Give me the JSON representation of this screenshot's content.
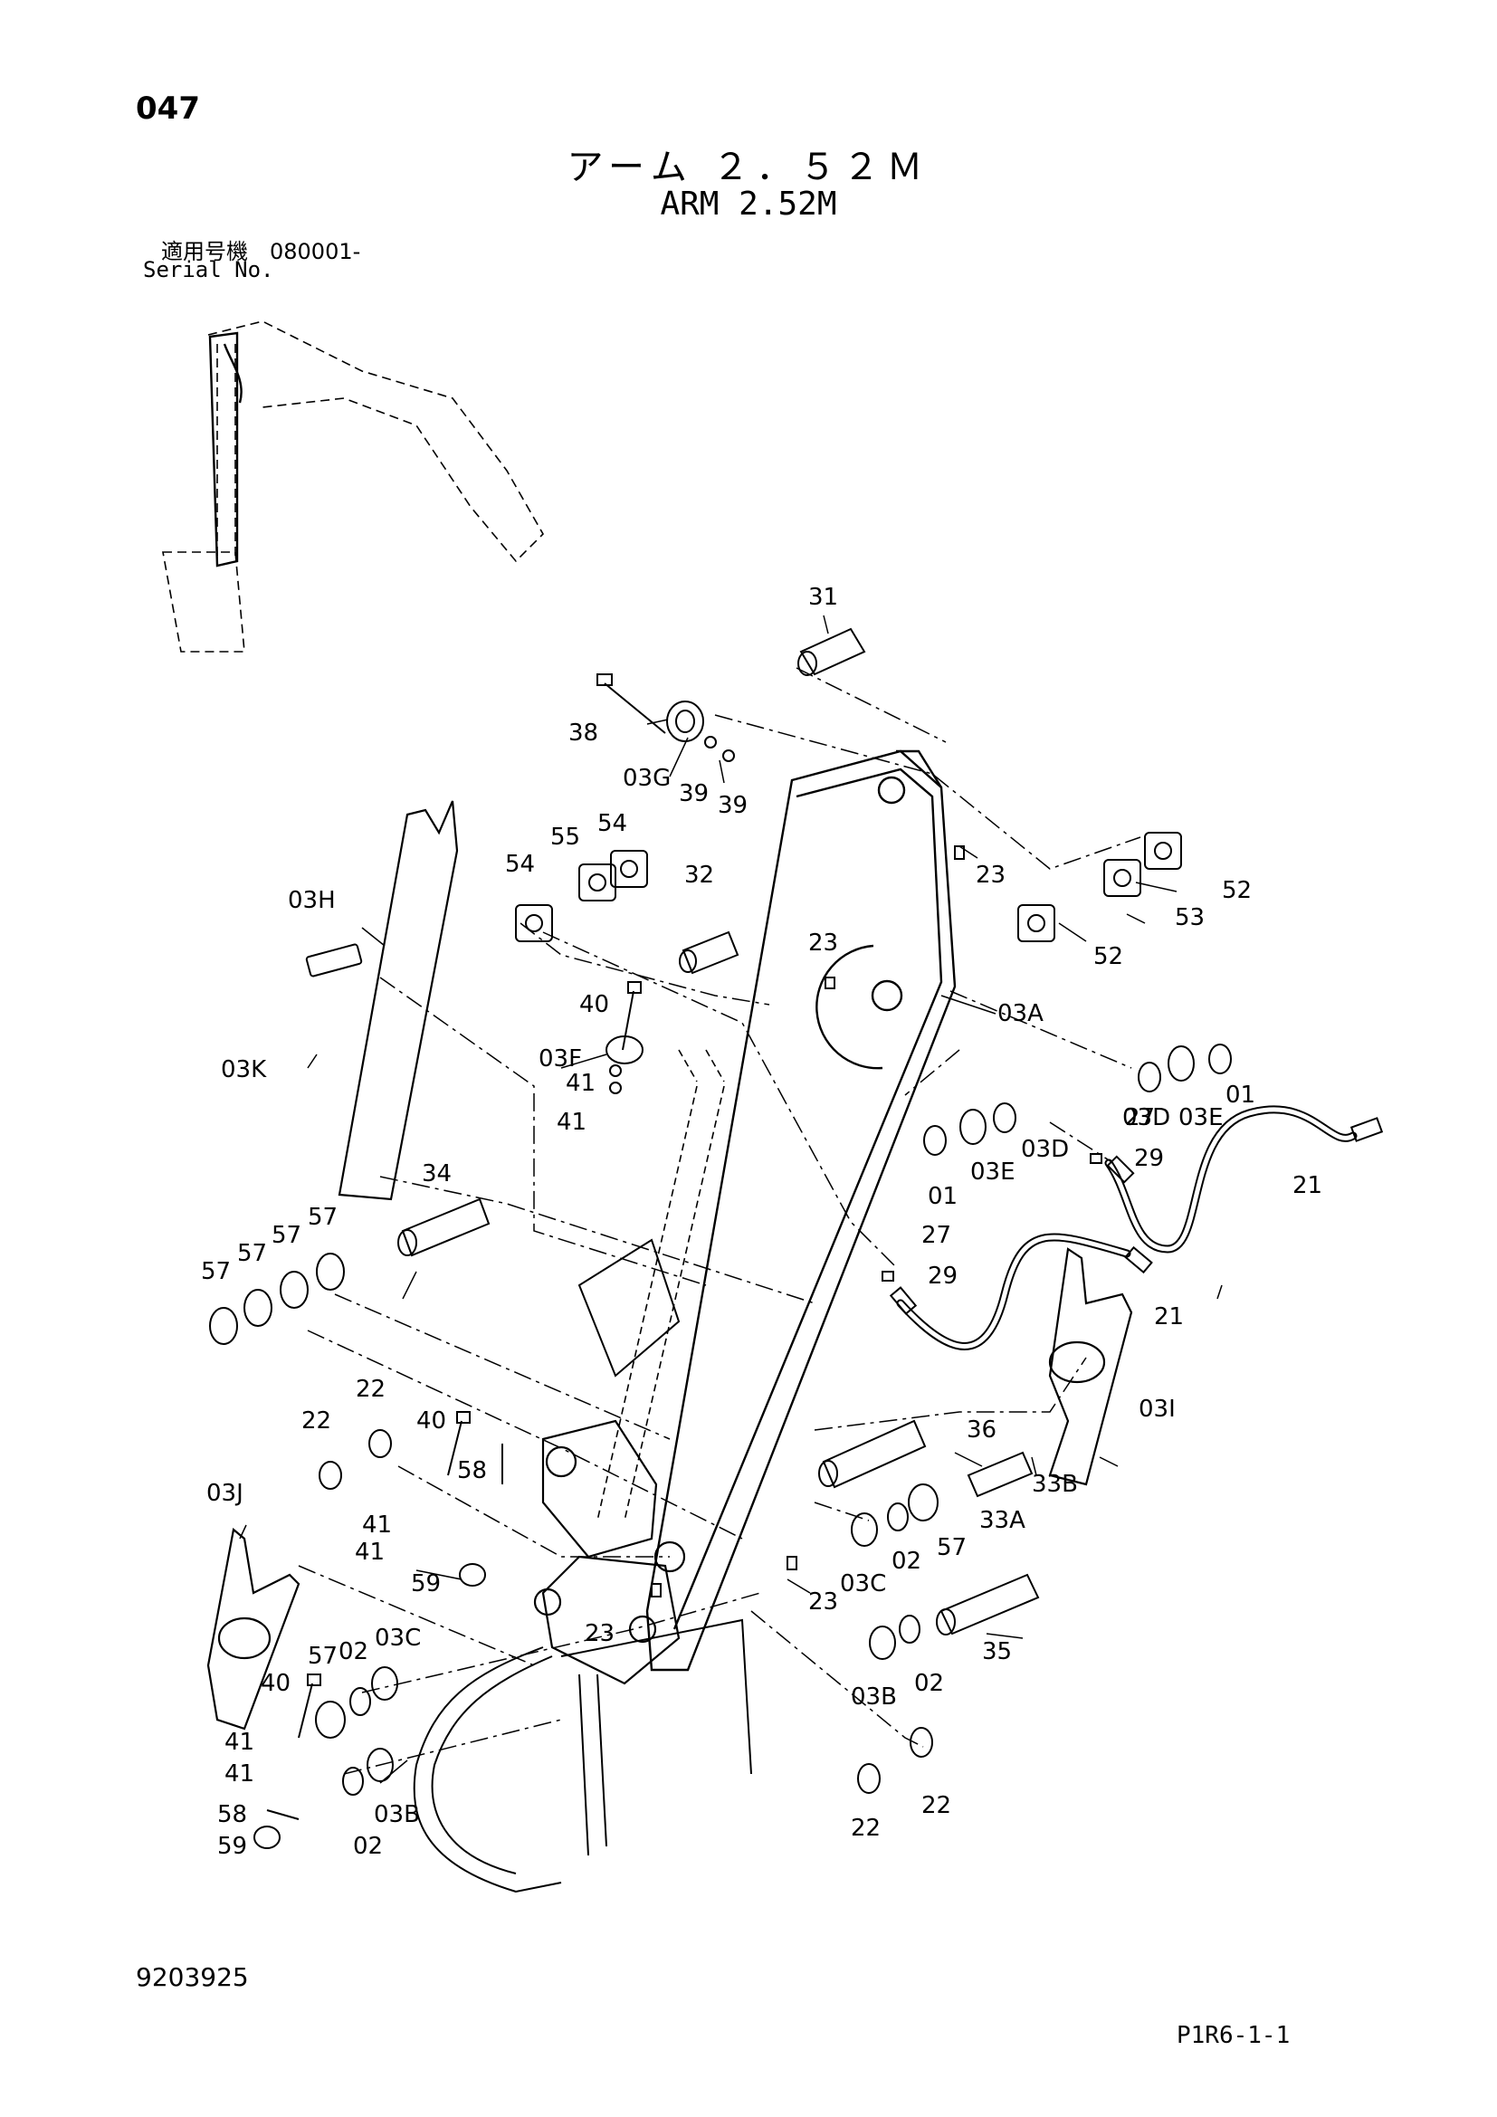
{
  "header": {
    "page_number": "047",
    "title_jp": "アーム ２．５２Ｍ",
    "title_en": "ARM 2.52M",
    "serial_label_jp": "適用号機　080001-",
    "serial_label_en": "Serial No."
  },
  "footer": {
    "doc_number": "9203925",
    "page_code": "P1R6-1-1"
  },
  "callouts": [
    "31",
    "38",
    "03G",
    "39",
    "39",
    "23",
    "52",
    "53",
    "52",
    "03H",
    "55",
    "54",
    "54",
    "32",
    "23",
    "03A",
    "03K",
    "40",
    "03F",
    "41",
    "41",
    "01",
    "03E",
    "03D",
    "03D",
    "03E",
    "01",
    "27",
    "29",
    "21",
    "34",
    "27",
    "29",
    "21",
    "57",
    "57",
    "57",
    "57",
    "03I",
    "36",
    "33B",
    "33A",
    "22",
    "22",
    "40",
    "58",
    "03J",
    "41",
    "41",
    "59",
    "57",
    "02",
    "03C",
    "23",
    "23",
    "02",
    "03C",
    "57",
    "35",
    "40",
    "41",
    "41",
    "02",
    "03B",
    "03B",
    "02",
    "58",
    "59",
    "22",
    "22"
  ]
}
